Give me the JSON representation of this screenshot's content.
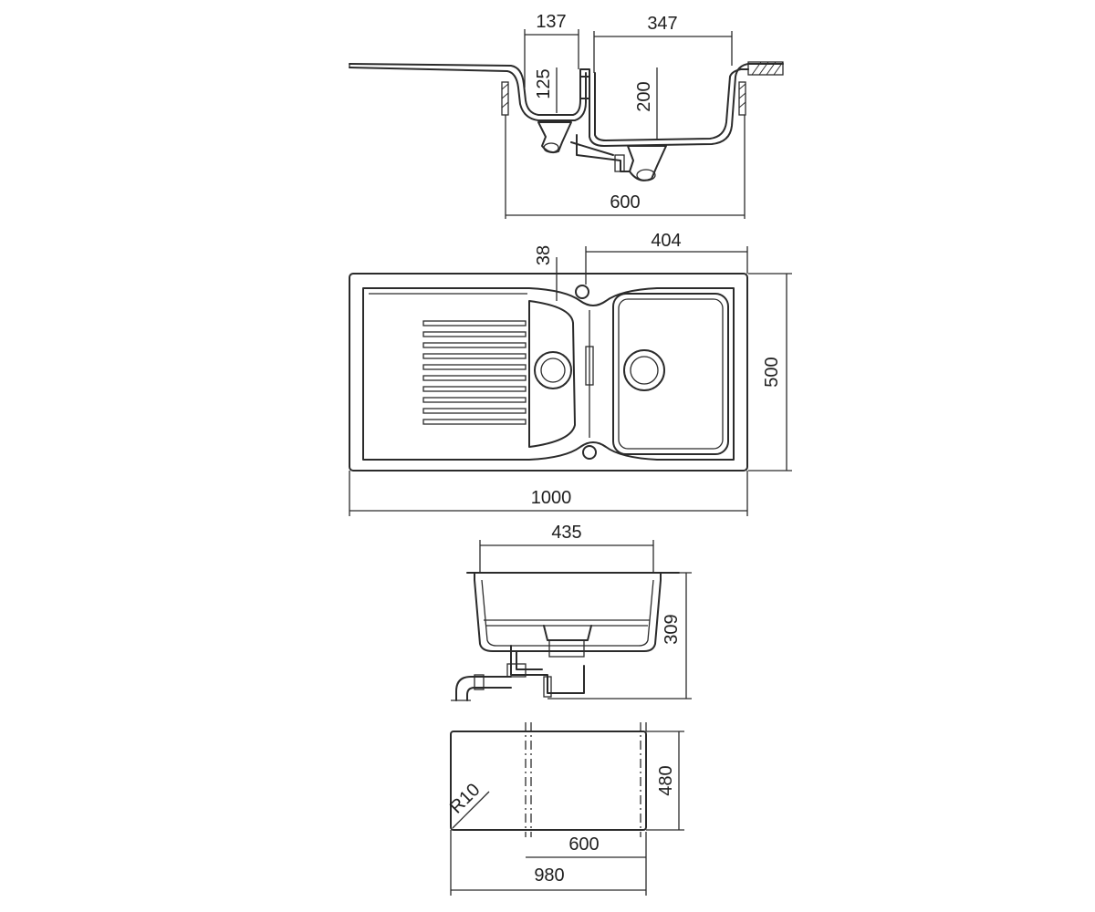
{
  "side_view": {
    "dims": {
      "small_bowl_width": "137",
      "large_bowl_width": "347",
      "small_bowl_depth": "125",
      "large_bowl_depth": "200",
      "cabinet_width": "600"
    }
  },
  "top_view": {
    "dims": {
      "tap_hole_offset": "38",
      "large_bowl_offset": "404",
      "overall_width": "500",
      "overall_length": "1000"
    }
  },
  "end_view": {
    "dims": {
      "bowl_width": "435",
      "overall_height": "309"
    }
  },
  "cutout_view": {
    "dims": {
      "corner_radius": "R10",
      "cutout_depth": "480",
      "cabinet_width": "600",
      "cutout_length": "980"
    }
  }
}
